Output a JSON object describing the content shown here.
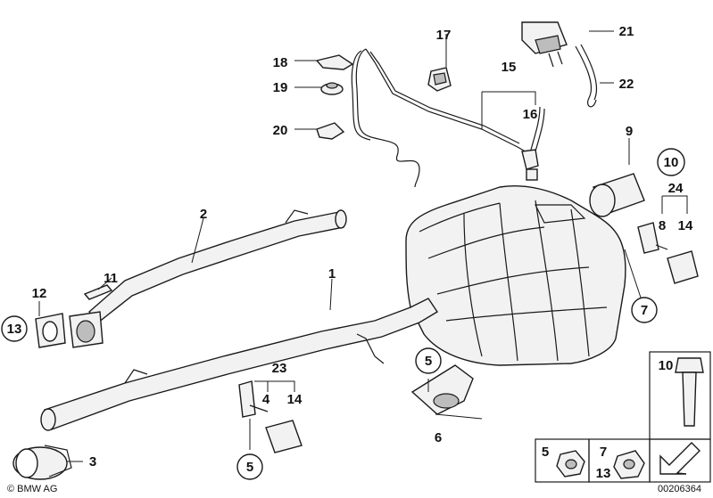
{
  "diagram": {
    "callouts": {
      "c1": "1",
      "c2": "2",
      "c3": "3",
      "c4": "4",
      "c5a": "5",
      "c5b": "5",
      "c6": "6",
      "c7": "7",
      "c8": "8",
      "c9": "9",
      "c10": "10",
      "c11": "11",
      "c12": "12",
      "c13": "13",
      "c14a": "14",
      "c14b": "14",
      "c15": "15",
      "c16": "16",
      "c17": "17",
      "c18": "18",
      "c19": "19",
      "c20": "20",
      "c21": "21",
      "c22": "22",
      "c23": "23",
      "c24": "24"
    },
    "legend": {
      "l10": "10",
      "l5": "5",
      "l7": "7",
      "l13": "13"
    },
    "copyright": "© BMW AG",
    "image_number": "00206364"
  }
}
